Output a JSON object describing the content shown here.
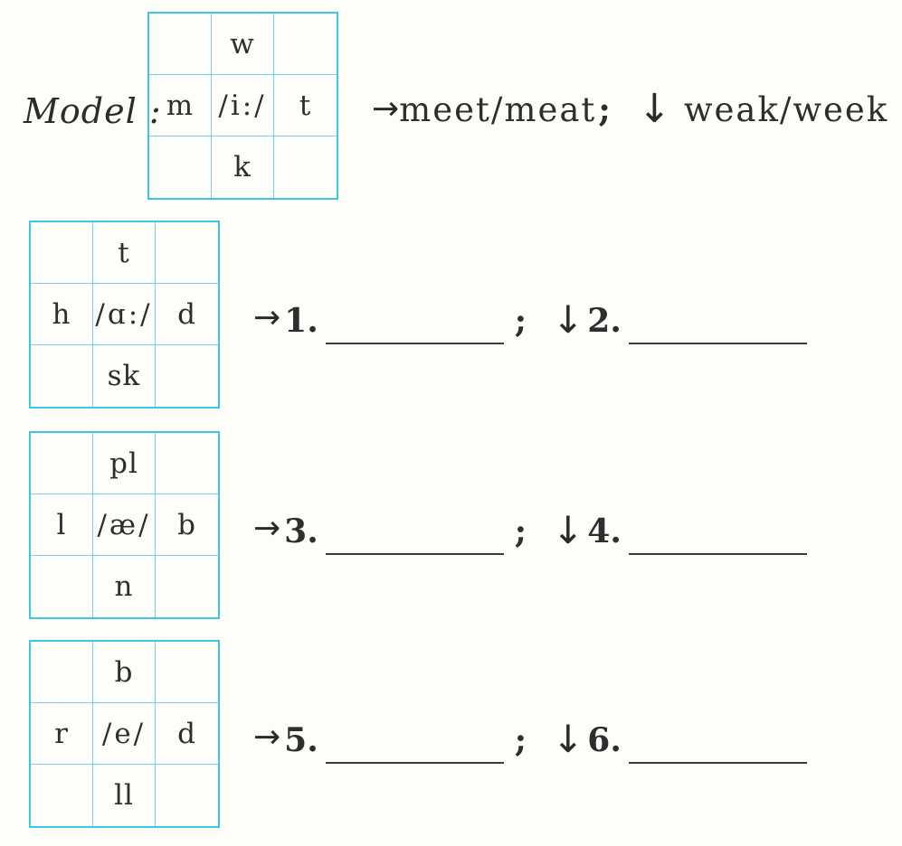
{
  "page": {
    "background_color": "#fdfdfa",
    "grid_border_color": "#3fc5e4",
    "ink_color": "#2e2e2e"
  },
  "icons": {
    "right_arrow": "→",
    "down_arrow": "↓"
  },
  "model": {
    "label": "Model :",
    "grid": {
      "top": "w",
      "left": "m",
      "center": "/i:/",
      "right": "t",
      "bottom": "k"
    },
    "answer": {
      "right_text": "meet/meat",
      "separator": ";",
      "down_text": "weak/week"
    }
  },
  "exercises": [
    {
      "grid": {
        "top": "t",
        "left": "h",
        "center": "/ɑ:/",
        "right": "d",
        "bottom": "sk"
      },
      "right_number": "1.",
      "separator": ";",
      "down_number": "2."
    },
    {
      "grid": {
        "top": "pl",
        "left": "l",
        "center": "/æ/",
        "right": "b",
        "bottom": "n"
      },
      "right_number": "3.",
      "separator": ";",
      "down_number": "4."
    },
    {
      "grid": {
        "top": "b",
        "left": "r",
        "center": "/e/",
        "right": "d",
        "bottom": "ll"
      },
      "right_number": "5.",
      "separator": ";",
      "down_number": "6."
    }
  ]
}
